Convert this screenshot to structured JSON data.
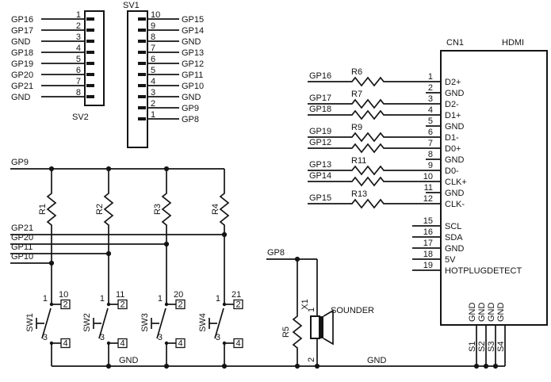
{
  "colors": {
    "ink": "#141414",
    "background": "#ffffff"
  },
  "connectors": {
    "sv2": {
      "name": "SV2",
      "pins": [
        {
          "num": "1",
          "net": "GP16"
        },
        {
          "num": "2",
          "net": "GP17"
        },
        {
          "num": "3",
          "net": "GND"
        },
        {
          "num": "4",
          "net": "GP18"
        },
        {
          "num": "5",
          "net": "GP19"
        },
        {
          "num": "6",
          "net": "GP20"
        },
        {
          "num": "7",
          "net": "GP21"
        },
        {
          "num": "8",
          "net": "GND"
        }
      ]
    },
    "sv1": {
      "name": "SV1",
      "pins": [
        {
          "num": "10",
          "net": "GP15"
        },
        {
          "num": "9",
          "net": "GP14"
        },
        {
          "num": "8",
          "net": "GND"
        },
        {
          "num": "7",
          "net": "GP13"
        },
        {
          "num": "6",
          "net": "GP12"
        },
        {
          "num": "5",
          "net": "GP11"
        },
        {
          "num": "4",
          "net": "GP10"
        },
        {
          "num": "3",
          "net": "GND"
        },
        {
          "num": "2",
          "net": "GP9"
        },
        {
          "num": "1",
          "net": "GP8"
        }
      ]
    }
  },
  "hdmi": {
    "name": "CN1",
    "type": "HDMI",
    "pins_left": [
      {
        "num": "1",
        "name": "D2+",
        "net": "GP16",
        "resistor": "R6"
      },
      {
        "num": "2",
        "name": "GND"
      },
      {
        "num": "3",
        "name": "D2-",
        "net": "GP17",
        "resistor": "R7"
      },
      {
        "num": "4",
        "name": "D1+",
        "net": "GP18",
        "resistor": ""
      },
      {
        "num": "5",
        "name": "GND"
      },
      {
        "num": "6",
        "name": "D1-",
        "net": "GP19",
        "resistor": "R9"
      },
      {
        "num": "7",
        "name": "D0+",
        "net": "GP12",
        "resistor": ""
      },
      {
        "num": "8",
        "name": "GND"
      },
      {
        "num": "9",
        "name": "D0-",
        "net": "GP13",
        "resistor": "R11"
      },
      {
        "num": "10",
        "name": "CLK+",
        "net": "GP14",
        "resistor": ""
      },
      {
        "num": "11",
        "name": "GND"
      },
      {
        "num": "12",
        "name": "CLK-",
        "net": "GP15",
        "resistor": "R13"
      },
      {
        "num": "15",
        "name": "SCL"
      },
      {
        "num": "16",
        "name": "SDA"
      },
      {
        "num": "17",
        "name": "GND"
      },
      {
        "num": "18",
        "name": "5V"
      },
      {
        "num": "19",
        "name": "HOTPLUGDETECT"
      }
    ],
    "shield_pins": [
      {
        "pad": "S1",
        "pin_name": "GND"
      },
      {
        "pad": "S2",
        "pin_name": "GND"
      },
      {
        "pad": "S3",
        "pin_name": "GND"
      },
      {
        "pad": "S4",
        "pin_name": "GND"
      }
    ]
  },
  "keypad": {
    "row_net": "GP9",
    "columns": [
      {
        "resistor": "R1",
        "switch": "SW1",
        "value": "10",
        "pads": [
          "1",
          "2",
          "3",
          "4"
        ]
      },
      {
        "resistor": "R2",
        "switch": "SW2",
        "value": "11",
        "pads": [
          "1",
          "2",
          "3",
          "4"
        ]
      },
      {
        "resistor": "R3",
        "switch": "SW3",
        "value": "20",
        "pads": [
          "1",
          "2",
          "3",
          "4"
        ]
      },
      {
        "resistor": "R4",
        "switch": "SW4",
        "value": "21",
        "pads": [
          "1",
          "2",
          "3",
          "4"
        ]
      }
    ],
    "buses": [
      {
        "net": "GP21",
        "column": 3
      },
      {
        "net": "GP20",
        "column": 2
      },
      {
        "net": "GP11",
        "column": 1
      },
      {
        "net": "GP10",
        "column": 0
      }
    ]
  },
  "sounder": {
    "net": "GP8",
    "resistor": "R5",
    "name": "X1",
    "label": "SOUNDER",
    "pin_top": "1",
    "pin_bottom": "2"
  },
  "gnd": {
    "left_label": "GND",
    "right_label": "GND"
  }
}
